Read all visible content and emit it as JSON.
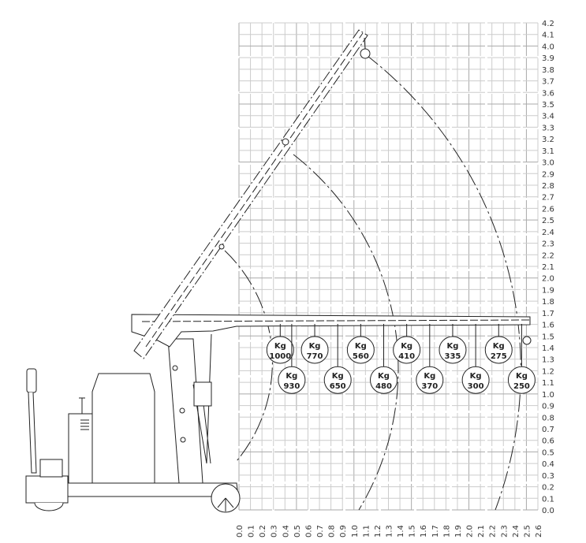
{
  "chart_data": {
    "type": "diagram",
    "x_ticks": [
      "0.0",
      "0.1",
      "0.2",
      "0.3",
      "0.4",
      "0.5",
      "0.6",
      "0.7",
      "0.8",
      "0.9",
      "1.0",
      "1.1",
      "1.2",
      "1.3",
      "1.4",
      "1.5",
      "1.6",
      "1.7",
      "1.8",
      "1.9",
      "2.0",
      "2.1",
      "2.2",
      "2.3",
      "2.4",
      "2.5",
      "2.6"
    ],
    "y_ticks": [
      "0.0",
      "0.1",
      "0.2",
      "0.3",
      "0.4",
      "0.5",
      "0.6",
      "0.7",
      "0.8",
      "0.9",
      "1.0",
      "1.1",
      "1.2",
      "1.3",
      "1.4",
      "1.5",
      "1.6",
      "1.7",
      "1.8",
      "1.9",
      "2.0",
      "2.1",
      "2.2",
      "2.3",
      "2.4",
      "2.5",
      "2.6",
      "2.7",
      "2.8",
      "2.9",
      "3.0",
      "3.1",
      "3.2",
      "3.3",
      "3.4",
      "3.5",
      "3.6",
      "3.7",
      "3.8",
      "3.9",
      "4.0",
      "4.1",
      "4.2"
    ],
    "xlim": [
      0,
      2.6
    ],
    "ylim": [
      0,
      4.2
    ],
    "grid": true,
    "load_unit": "Kg",
    "loads": [
      {
        "reach": 0.4,
        "value": "1000",
        "row": "top"
      },
      {
        "reach": 0.5,
        "value": "930",
        "row": "bottom"
      },
      {
        "reach": 0.7,
        "value": "770",
        "row": "top"
      },
      {
        "reach": 0.9,
        "value": "650",
        "row": "bottom"
      },
      {
        "reach": 1.1,
        "value": "560",
        "row": "top"
      },
      {
        "reach": 1.3,
        "value": "480",
        "row": "bottom"
      },
      {
        "reach": 1.5,
        "value": "410",
        "row": "top"
      },
      {
        "reach": 1.7,
        "value": "370",
        "row": "bottom"
      },
      {
        "reach": 1.9,
        "value": "335",
        "row": "top"
      },
      {
        "reach": 2.1,
        "value": "300",
        "row": "bottom"
      },
      {
        "reach": 2.3,
        "value": "275",
        "row": "top"
      },
      {
        "reach": 2.5,
        "value": "250",
        "row": "bottom"
      }
    ]
  }
}
